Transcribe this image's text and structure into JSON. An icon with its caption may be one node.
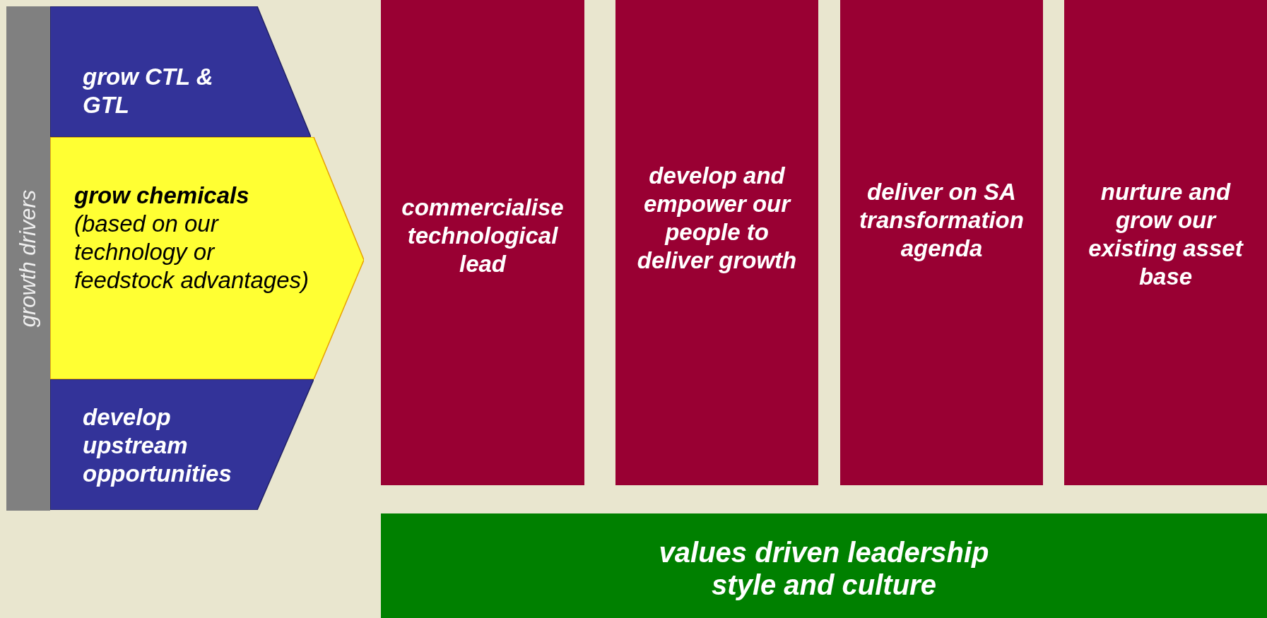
{
  "diagram": {
    "nodes": [
      {
        "text": [
          "growth drivers"
        ]
      },
      {
        "text": [
          "grow CTL & GTL"
        ]
      },
      {
        "text": [
          "grow chemicals",
          "(based on our technology or feedstock advantages)"
        ]
      },
      {
        "text": [
          "develop upstream opportunities"
        ]
      },
      {
        "text": [
          "commercialise technological lead"
        ]
      },
      {
        "text": [
          "develop and empower our people to deliver growth"
        ]
      },
      {
        "text": [
          "deliver on SA transformation agenda"
        ]
      },
      {
        "text": [
          "nurture and grow our existing asset base"
        ]
      },
      {
        "text": [
          "values driven leadership style and culture"
        ]
      }
    ],
    "edges": []
  }
}
